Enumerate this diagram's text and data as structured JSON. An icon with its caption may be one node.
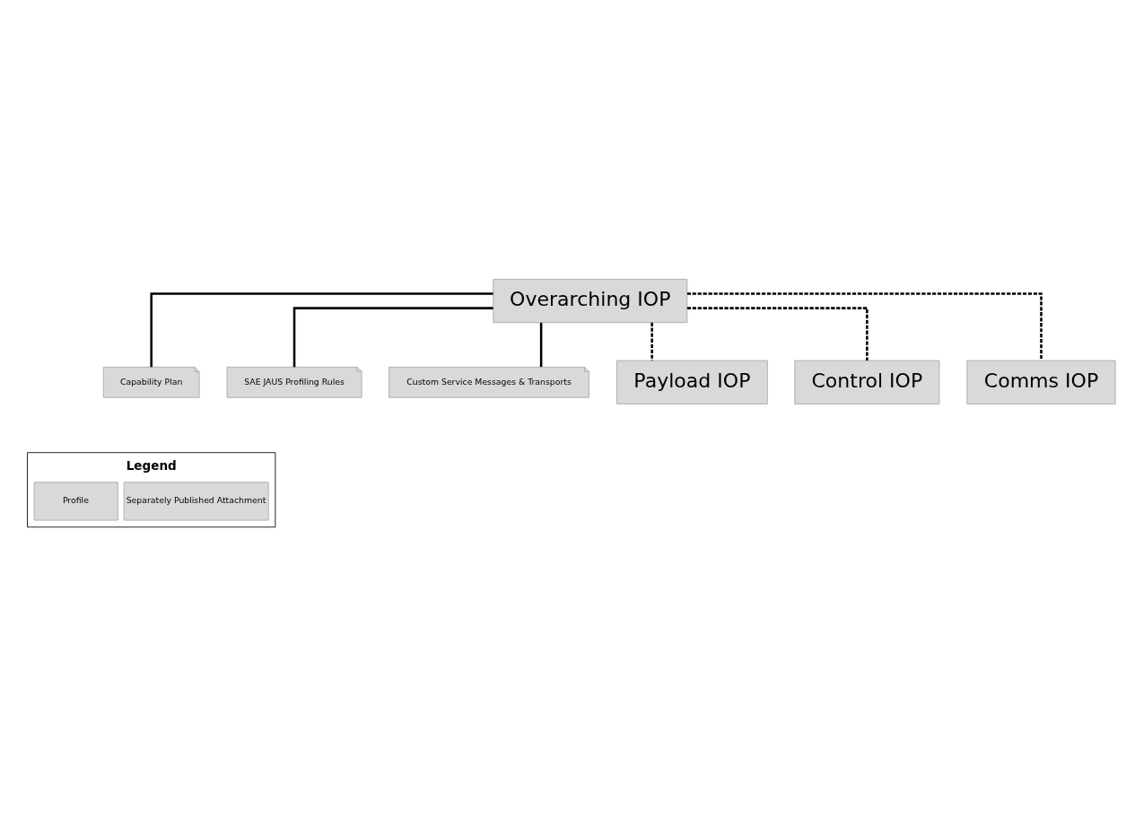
{
  "diagram": {
    "nodes": [
      {
        "text": [
          "Overarching IOP"
        ]
      },
      {
        "text": [
          "Capability Plan"
        ]
      },
      {
        "text": [
          "SAE JAUS Profiling Rules"
        ]
      },
      {
        "text": [
          "Custom Service Messages & Transports"
        ]
      },
      {
        "text": [
          "Payload IOP"
        ]
      },
      {
        "text": [
          "Control IOP"
        ]
      },
      {
        "text": [
          "Comms IOP"
        ]
      }
    ],
    "edges": [
      {
        "from": 0,
        "to": 1,
        "arrow": "none"
      },
      {
        "from": 0,
        "to": 2,
        "arrow": "none"
      },
      {
        "from": 0,
        "to": 3,
        "arrow": "none"
      },
      {
        "from": 0,
        "to": 4,
        "arrow": "none",
        "style": "dashed"
      },
      {
        "from": 0,
        "to": 5,
        "arrow": "none",
        "style": "dashed"
      },
      {
        "from": 0,
        "to": 6,
        "arrow": "none",
        "style": "dashed"
      }
    ],
    "labels": [
      "Legend"
    ],
    "legend": [
      {
        "text": "Profile"
      },
      {
        "text": "Separately Published Attachment"
      }
    ]
  }
}
